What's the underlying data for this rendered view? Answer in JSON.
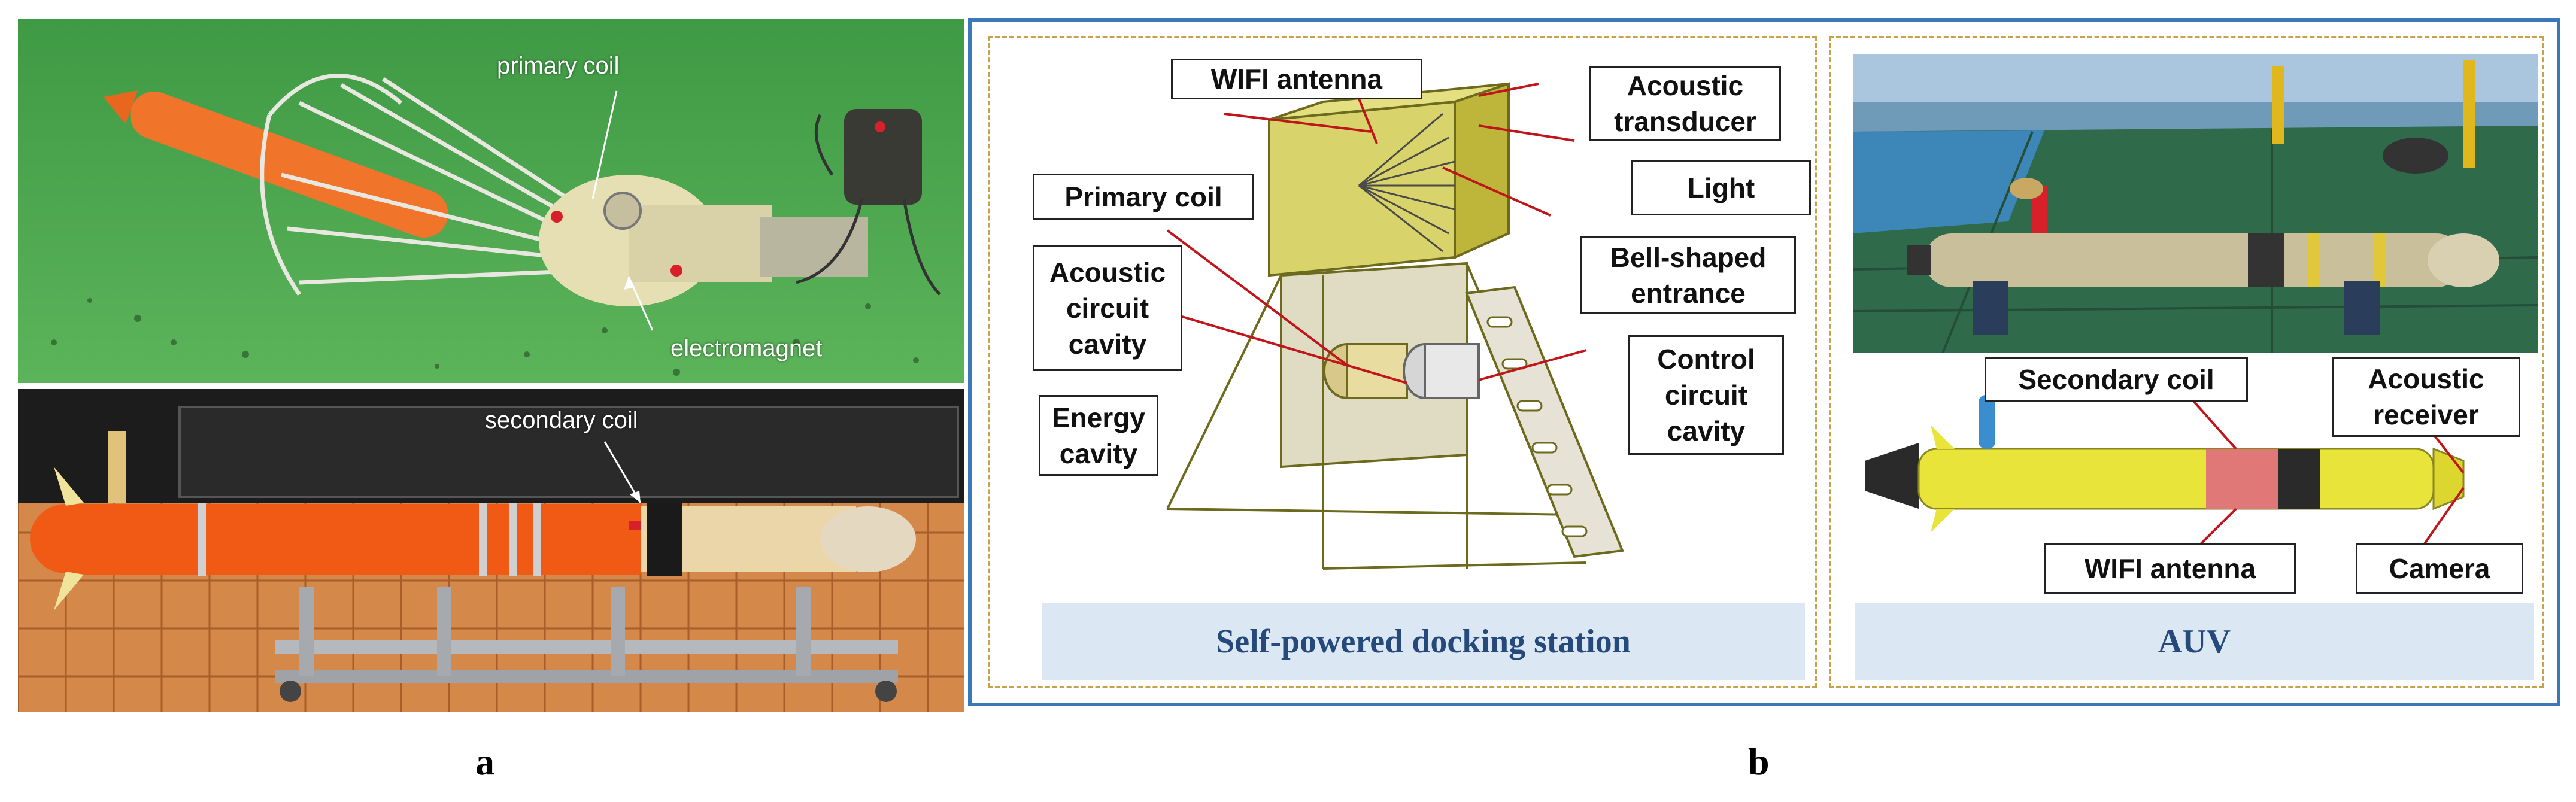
{
  "panel_a": {
    "letter": "a",
    "top_photo": {
      "labels": {
        "primary_coil": "primary coil",
        "electromagnet": "electromagnet"
      }
    },
    "bottom_photo": {
      "labels": {
        "secondary_coil": "secondary coil"
      }
    }
  },
  "panel_b": {
    "letter": "b",
    "docking_station": {
      "title": "Self-powered docking station",
      "callouts": {
        "wifi_antenna": "WIFI antenna",
        "acoustic_transducer": "Acoustic transducer",
        "primary_coil": "Primary coil",
        "light": "Light",
        "acoustic_circuit_cavity": "Acoustic circuit cavity",
        "bell_shaped_entrance": "Bell-shaped entrance",
        "energy_cavity": "Energy cavity",
        "control_circuit_cavity": "Control circuit cavity"
      }
    },
    "auv": {
      "title": "AUV",
      "callouts": {
        "secondary_coil": "Secondary coil",
        "acoustic_receiver": "Acoustic receiver",
        "wifi_antenna": "WIFI antenna",
        "camera": "Camera"
      }
    }
  },
  "colors": {
    "frame_blue": "#3a78b8",
    "dash_gold": "#c8a24a",
    "banner_bg": "#dbe8f3",
    "banner_text": "#25497a",
    "arrow_red": "#c0151b",
    "station_yellow": "#c8c23a",
    "auv_orange": "#f05a14",
    "auv_yellow": "#e9e43a",
    "water_green": "#4aa84a"
  }
}
